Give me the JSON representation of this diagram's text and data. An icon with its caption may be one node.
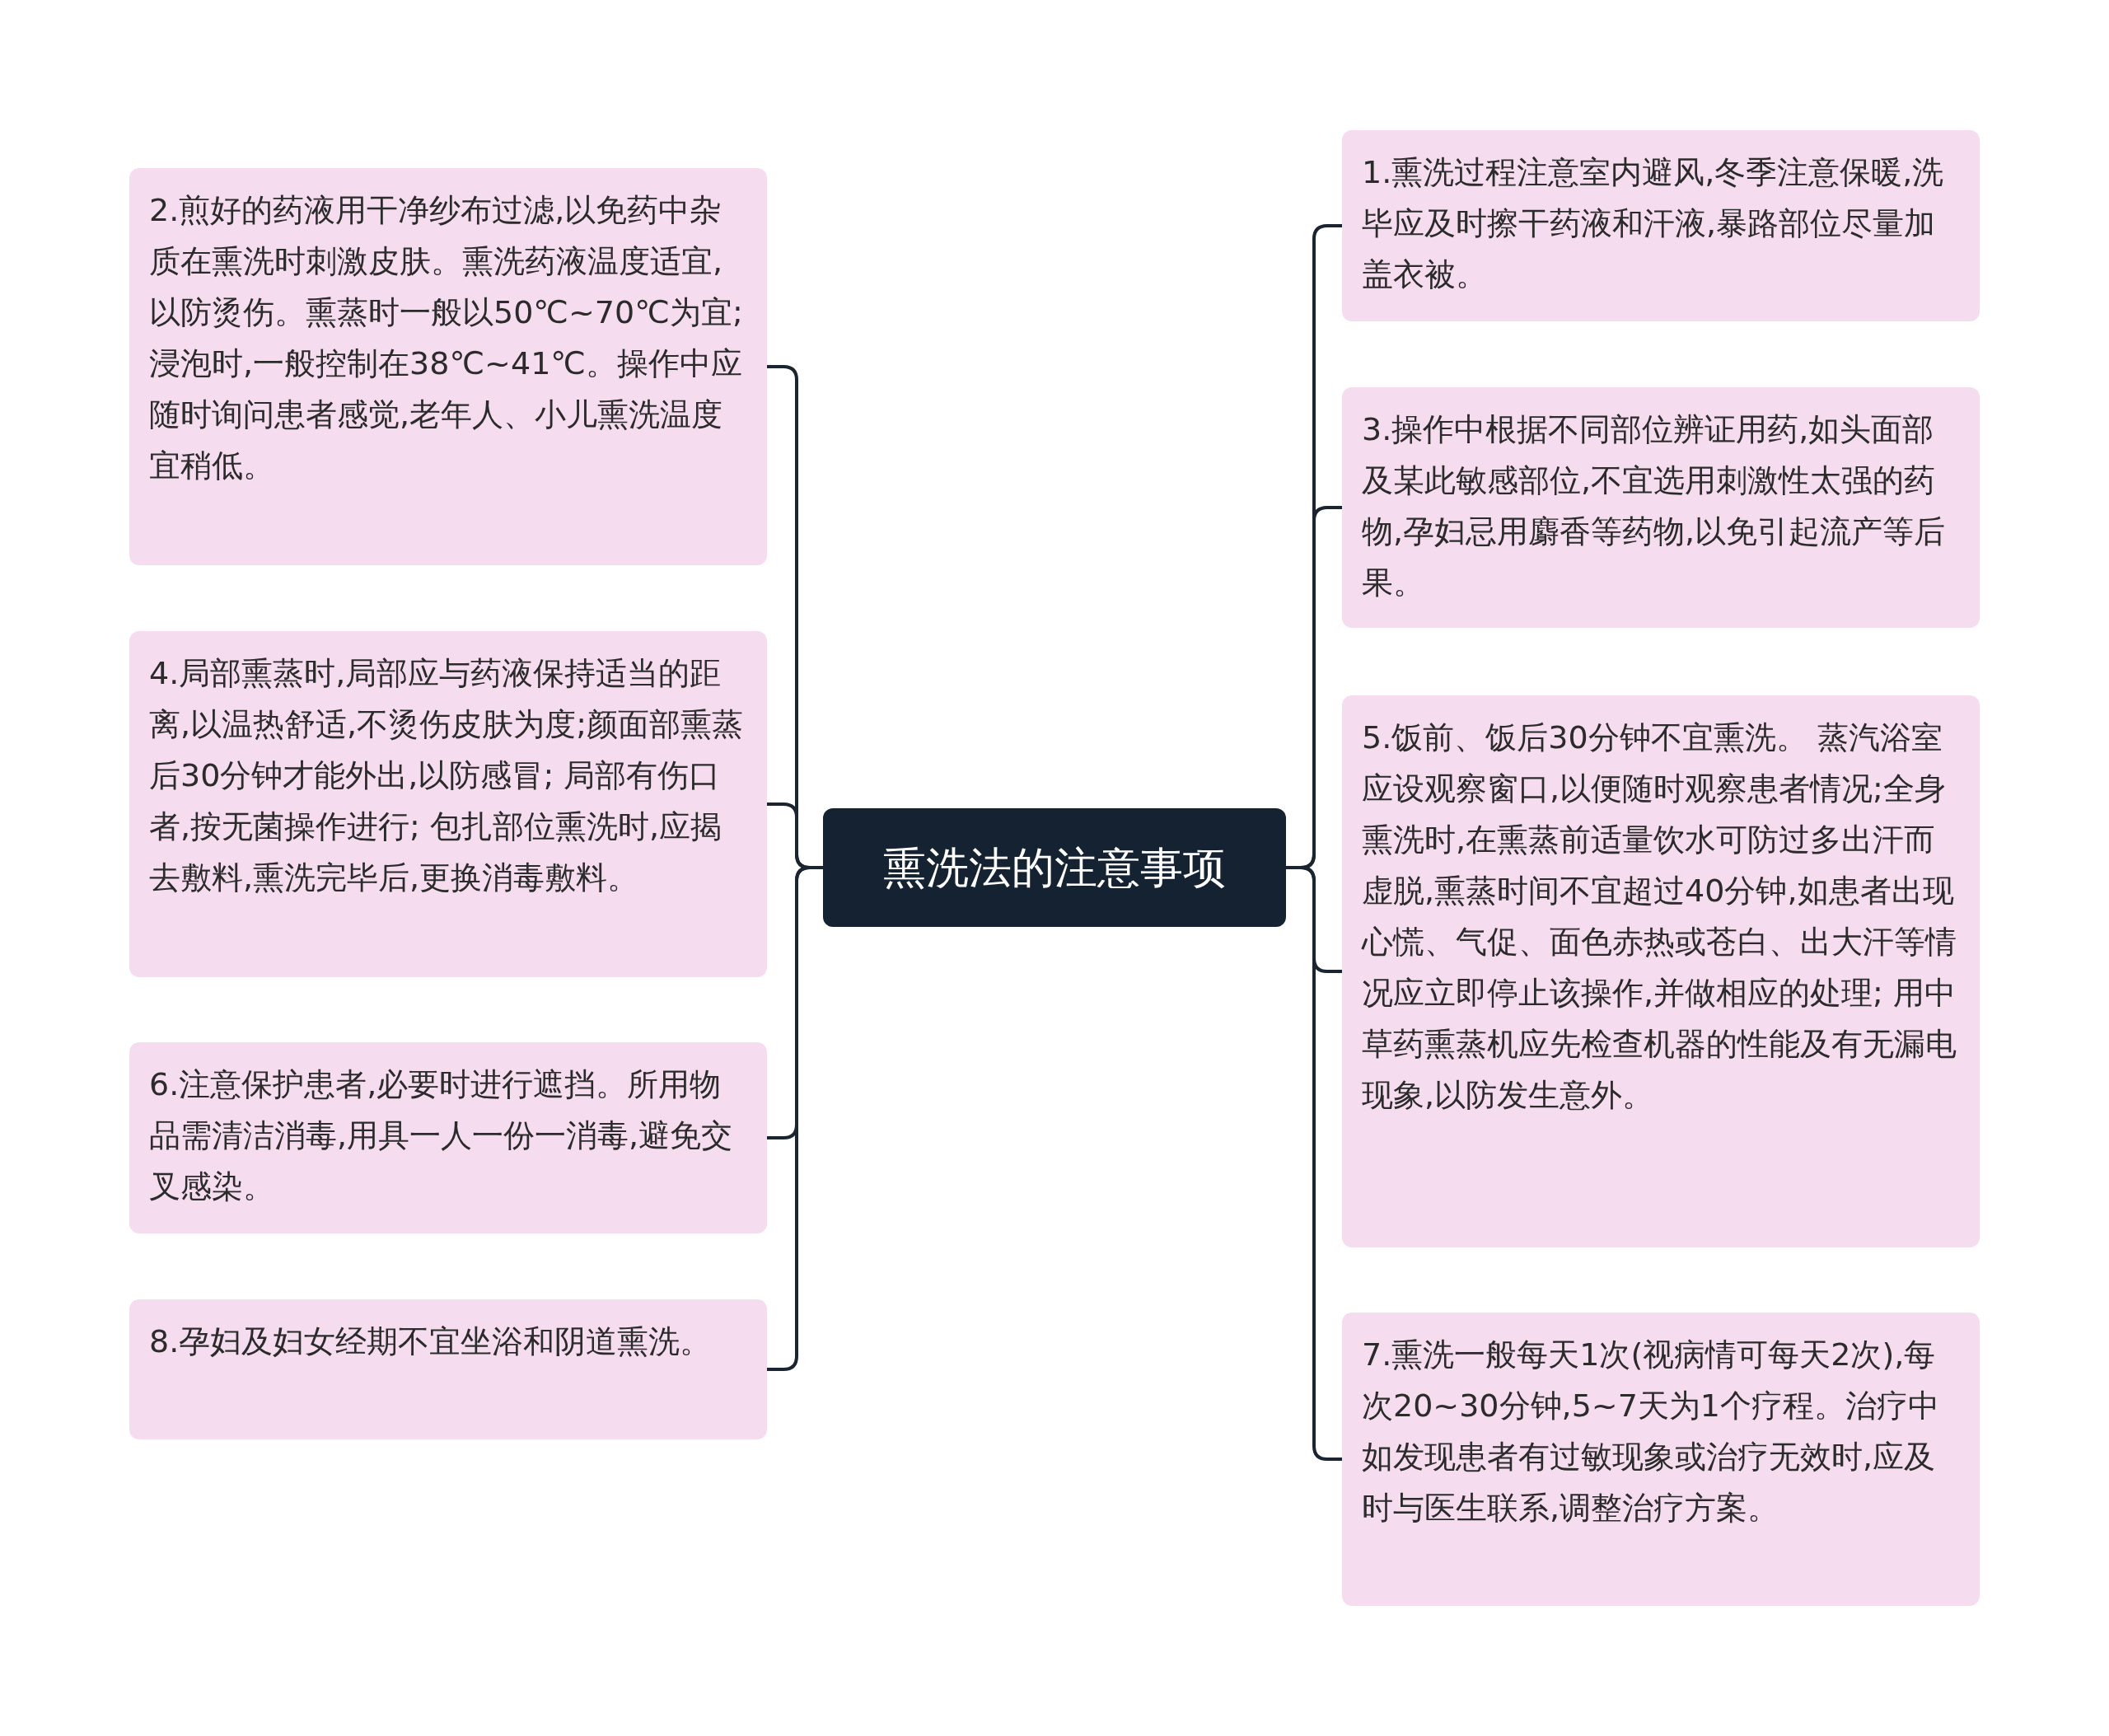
{
  "diagram": {
    "nodes": [
      {
        "text": [
          "熏洗法的注意事项"
        ]
      },
      {
        "text": [
          "1.熏洗过程注意室内避风,冬季注意保暖,洗毕应及时擦干药液和汗液,暴路部位尽量加盖衣被。"
        ]
      },
      {
        "text": [
          "2.煎好的药液用干净纱布过滤,以免药中杂质在熏洗时刺激皮肤。熏洗药液温度适宜,以防烫伤。熏蒸时一般以50℃~70℃为宜;浸泡时,一般控制在38℃~41℃。操作中应随时询问患者感觉,老年人、小儿熏洗温度宜稍低。"
        ]
      },
      {
        "text": [
          "3.操作中根据不同部位辨证用药,如头面部及某此敏感部位,不宜选用刺激性太强的药物,孕妇忌用麝香等药物,以免引起流产等后果。"
        ]
      },
      {
        "text": [
          "4.局部熏蒸时,局部应与药液保持适当的距离,以温热舒适,不烫伤皮肤为度;颜面部熏蒸后30分钟才能外出,以防感冒; 局部有伤口者,按无菌操作进行; 包扎部位熏洗时,应揭去敷料,熏洗完毕后,更换消毒敷料。"
        ]
      },
      {
        "text": [
          "5.饭前、饭后30分钟不宜熏洗。 蒸汽浴室应设观察窗口,以便随时观察患者情况;全身熏洗时,在熏蒸前适量饮水可防过多出汗而虚脱,熏蒸时间不宜超过40分钟,如患者出现心慌、气促、面色赤热或苍白、出大汗等情况应立即停止该操作,并做相应的处理; 用中草药熏蒸机应先检查机器的性能及有无漏电现象,以防发生意外。"
        ]
      },
      {
        "text": [
          "6.注意保护患者,必要时进行遮挡。所用物品需清洁消毒,用具一人一份一消毒,避免交叉感染。"
        ]
      },
      {
        "text": [
          "7.熏洗一般每天1次(视病情可每天2次),每次20~30分钟,5~7天为1个疗程。治疗中如发现患者有过敏现象或治疗无效时,应及时与医生联系,调整治疗方案。"
        ]
      },
      {
        "text": [
          "8.孕妇及妇女经期不宜坐浴和阴道熏洗。"
        ]
      }
    ],
    "edges": [
      {
        "from": 0,
        "to": 1,
        "arrow": "none"
      },
      {
        "from": 0,
        "to": 2,
        "arrow": "none"
      },
      {
        "from": 0,
        "to": 3,
        "arrow": "none"
      },
      {
        "from": 0,
        "to": 4,
        "arrow": "none"
      },
      {
        "from": 0,
        "to": 5,
        "arrow": "none"
      },
      {
        "from": 0,
        "to": 6,
        "arrow": "none"
      },
      {
        "from": 0,
        "to": 7,
        "arrow": "none"
      },
      {
        "from": 0,
        "to": 8,
        "arrow": "none"
      }
    ]
  }
}
